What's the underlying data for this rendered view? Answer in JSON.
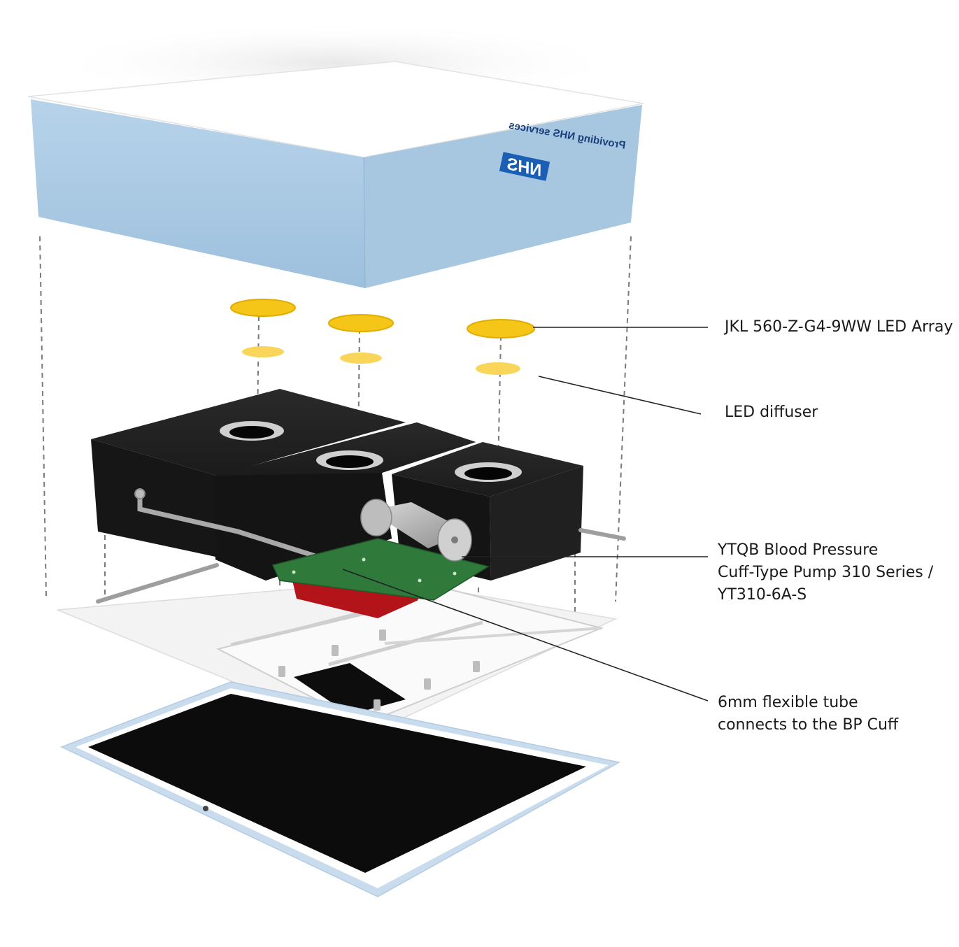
{
  "lid": {
    "brand_mark": "NHS",
    "brand_text": "Providing NHS services"
  },
  "callouts": {
    "led_array": "JKL 560-Z-G4-9WW LED Array",
    "led_diffuser": "LED diffuser",
    "pump_line1": "YTQB Blood Pressure",
    "pump_line2": "Cuff-Type Pump 310 Series /",
    "pump_line3": "YT310-6A-S",
    "tube_line1": "6mm flexible tube",
    "tube_line2": "connects to the BP Cuff"
  },
  "colors": {
    "lid_blue": "#a9c9e2",
    "lid_top": "#ffffff",
    "led_yellow": "#f5c518",
    "diffuser_yellow": "#f9d65a",
    "block_black": "#1f1f1f",
    "pcb_green": "#2f7a3a",
    "pcb_red": "#b3141a",
    "tray_grey": "#f1f1f1",
    "base_blue": "#c8dcee",
    "nhs_blue": "#1a5fb4"
  }
}
